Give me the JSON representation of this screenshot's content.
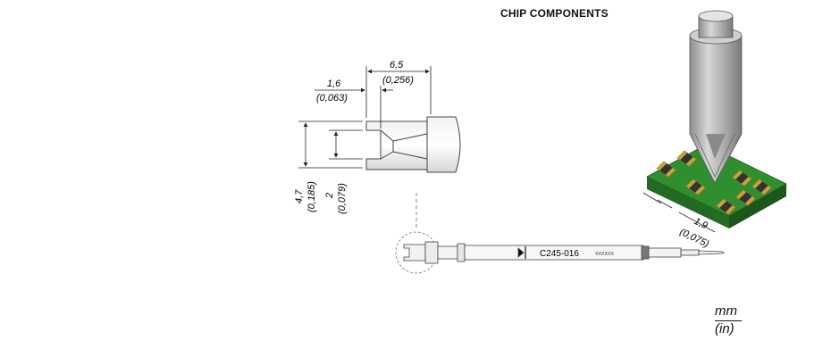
{
  "title": "CHIP COMPONENTS",
  "dimensions": {
    "length_mm": "6,5",
    "length_in": "(0,256)",
    "slot_mm": "1,6",
    "slot_in": "(0,063)",
    "height_mm": "4,7",
    "height_in": "(0,185)",
    "gap_mm": "2",
    "gap_in": "(0,079)",
    "pad_mm": "1,9",
    "pad_in": "(0,075)"
  },
  "tip": {
    "code": "C245-016",
    "serial": "xxxxxx"
  },
  "units": {
    "mm": "mm",
    "in": "(in)"
  },
  "colors": {
    "line": "#222222",
    "metal": "#b9b9b9",
    "pcb": "#2f8f2f",
    "pad": "#c9a23a",
    "chip": "#333333"
  }
}
